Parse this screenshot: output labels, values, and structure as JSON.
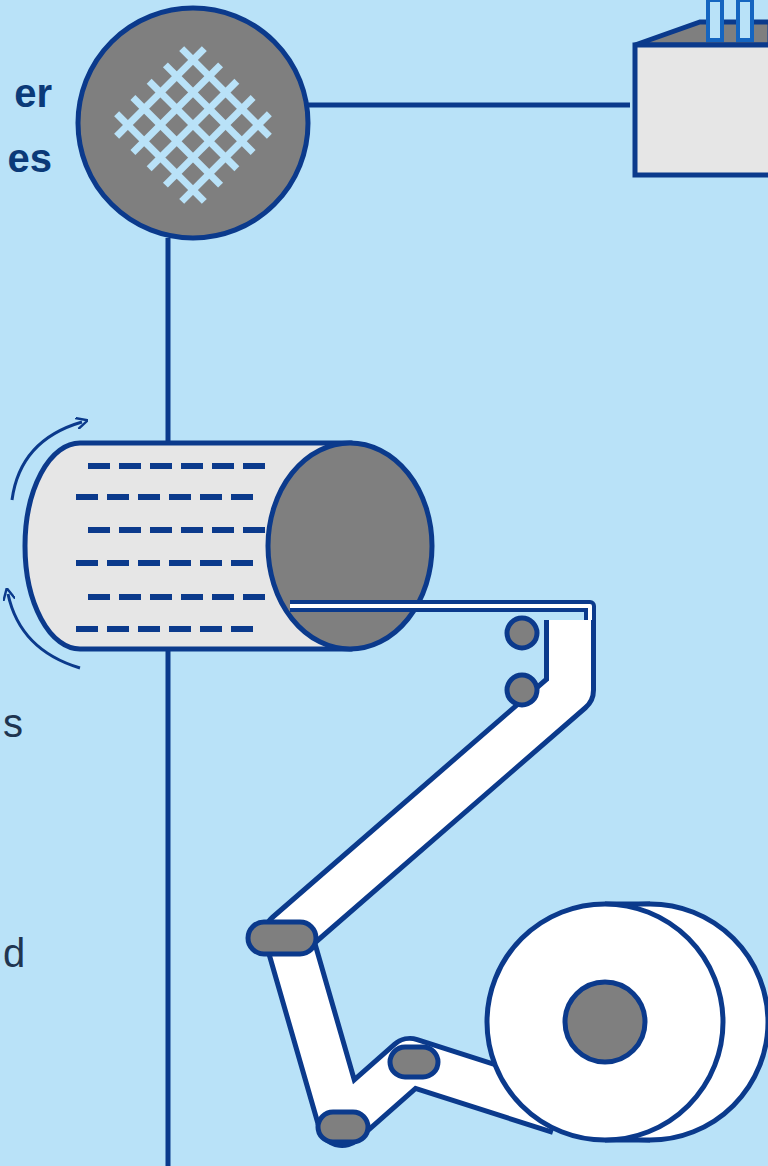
{
  "diagram": {
    "labels": [
      "er",
      "es",
      "s",
      "d"
    ]
  }
}
